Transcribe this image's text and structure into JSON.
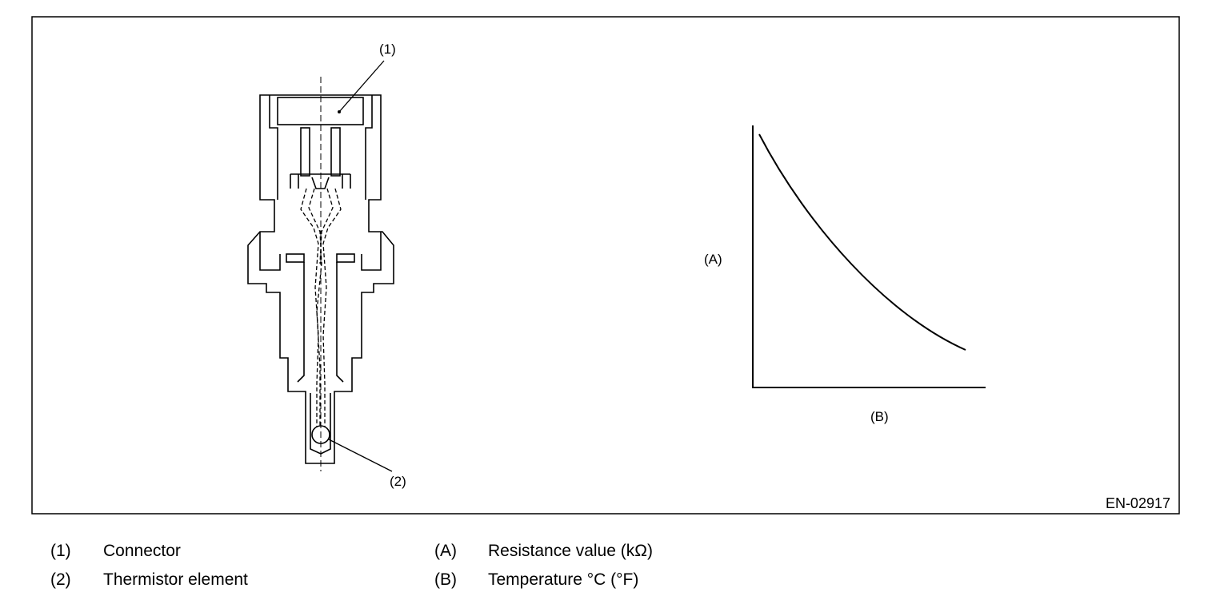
{
  "diagram": {
    "callouts": {
      "connector_marker": "(1)",
      "thermistor_marker": "(2)"
    },
    "graph": {
      "y_axis_label": "(A)",
      "x_axis_label": "(B)"
    },
    "figure_code": "EN-02917"
  },
  "legend": [
    {
      "key": "(1)",
      "text": "Connector"
    },
    {
      "key": "(2)",
      "text": "Thermistor element"
    },
    {
      "key": "(A)",
      "text": "Resistance value (kΩ)"
    },
    {
      "key": "(B)",
      "text": "Temperature °C (°F)"
    }
  ]
}
